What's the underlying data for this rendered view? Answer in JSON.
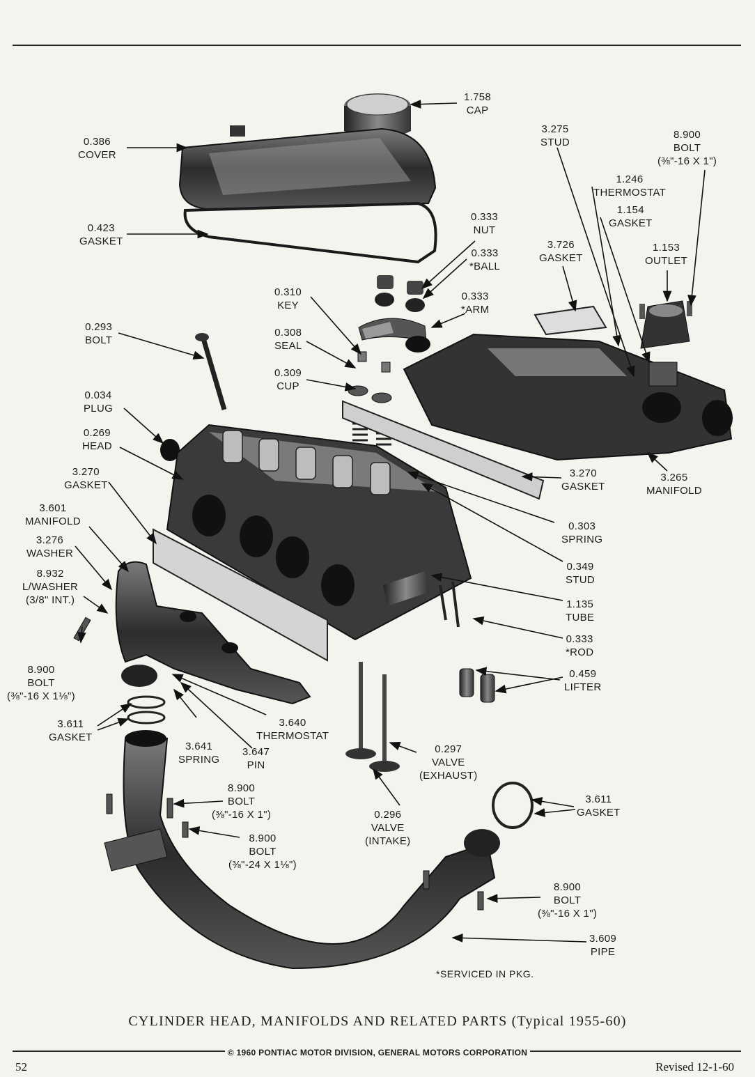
{
  "labels": [
    {
      "id": "cap",
      "number": "1.758",
      "text": [
        "CAP"
      ]
    },
    {
      "id": "cover",
      "number": "0.386",
      "text": [
        "COVER"
      ]
    },
    {
      "id": "gasket-cover",
      "number": "0.423",
      "text": [
        "GASKET"
      ]
    },
    {
      "id": "stud-3275",
      "number": "3.275",
      "text": [
        "STUD"
      ]
    },
    {
      "id": "bolt-top-right",
      "number": "8.900",
      "text": [
        "BOLT",
        "(⅜\"-16 X 1\")"
      ]
    },
    {
      "id": "thermostat-1246",
      "number": "1.246",
      "text": [
        "THERMOSTAT"
      ]
    },
    {
      "id": "gasket-1154",
      "number": "1.154",
      "text": [
        "GASKET"
      ]
    },
    {
      "id": "nut",
      "number": "0.333",
      "text": [
        "NUT"
      ]
    },
    {
      "id": "ball",
      "number": "0.333",
      "text": [
        "*BALL"
      ]
    },
    {
      "id": "gasket-3726",
      "number": "3.726",
      "text": [
        "GASKET"
      ]
    },
    {
      "id": "outlet",
      "number": "1.153",
      "text": [
        "OUTLET"
      ]
    },
    {
      "id": "key",
      "number": "0.310",
      "text": [
        "KEY"
      ]
    },
    {
      "id": "arm",
      "number": "0.333",
      "text": [
        "*ARM"
      ]
    },
    {
      "id": "bolt-293",
      "number": "0.293",
      "text": [
        "BOLT"
      ]
    },
    {
      "id": "seal",
      "number": "0.308",
      "text": [
        "SEAL"
      ]
    },
    {
      "id": "cup",
      "number": "0.309",
      "text": [
        "CUP"
      ]
    },
    {
      "id": "plug",
      "number": "0.034",
      "text": [
        "PLUG"
      ]
    },
    {
      "id": "head",
      "number": "0.269",
      "text": [
        "HEAD"
      ]
    },
    {
      "id": "gasket-3270-left",
      "number": "3.270",
      "text": [
        "GASKET"
      ]
    },
    {
      "id": "gasket-3270-right",
      "number": "3.270",
      "text": [
        "GASKET"
      ]
    },
    {
      "id": "manifold-3265",
      "number": "3.265",
      "text": [
        "MANIFOLD"
      ]
    },
    {
      "id": "manifold-3601",
      "number": "3.601",
      "text": [
        "MANIFOLD"
      ]
    },
    {
      "id": "washer",
      "number": "3.276",
      "text": [
        "WASHER"
      ]
    },
    {
      "id": "lwasher",
      "number": "8.932",
      "text": [
        "L/WASHER",
        "(3/8\" INT.)"
      ]
    },
    {
      "id": "spring-303",
      "number": "0.303",
      "text": [
        "SPRING"
      ]
    },
    {
      "id": "stud-349",
      "number": "0.349",
      "text": [
        "STUD"
      ]
    },
    {
      "id": "tube",
      "number": "1.135",
      "text": [
        "TUBE"
      ]
    },
    {
      "id": "rod",
      "number": "0.333",
      "text": [
        "*ROD"
      ]
    },
    {
      "id": "bolt-left",
      "number": "8.900",
      "text": [
        "BOLT",
        "(⅜\"-16 X 1⅛\")"
      ]
    },
    {
      "id": "lifter",
      "number": "0.459",
      "text": [
        "LIFTER"
      ]
    },
    {
      "id": "gasket-3611-left",
      "number": "3.611",
      "text": [
        "GASKET"
      ]
    },
    {
      "id": "thermostat-3640",
      "number": "3.640",
      "text": [
        "THERMOSTAT"
      ]
    },
    {
      "id": "spring-3641",
      "number": "3.641",
      "text": [
        "SPRING"
      ]
    },
    {
      "id": "pin",
      "number": "3.647",
      "text": [
        "PIN"
      ]
    },
    {
      "id": "valve-exhaust",
      "number": "0.297",
      "text": [
        "VALVE",
        "(EXHAUST)"
      ]
    },
    {
      "id": "bolt-mid",
      "number": "8.900",
      "text": [
        "BOLT",
        "(⅜\"-16 X 1\")"
      ]
    },
    {
      "id": "valve-intake",
      "number": "0.296",
      "text": [
        "VALVE",
        "(INTAKE)"
      ]
    },
    {
      "id": "gasket-3611-right",
      "number": "3.611",
      "text": [
        "GASKET"
      ]
    },
    {
      "id": "bolt-mid-2",
      "number": "8.900",
      "text": [
        "BOLT",
        "(⅜\"-24 X 1⅛\")"
      ]
    },
    {
      "id": "bolt-bottom-right",
      "number": "8.900",
      "text": [
        "BOLT",
        "(⅜\"-16 X 1\")"
      ]
    },
    {
      "id": "pipe",
      "number": "3.609",
      "text": [
        "PIPE"
      ]
    }
  ],
  "footnote": "*SERVICED IN PKG.",
  "caption": "CYLINDER HEAD, MANIFOLDS AND RELATED PARTS (Typical 1955-60)",
  "copyright": "© 1960 PONTIAC MOTOR DIVISION, GENERAL MOTORS CORPORATION",
  "page_number": "52",
  "revised": "Revised 12-1-60",
  "colors": {
    "paper": "#f4f3ee",
    "ink": "#1b1b1b",
    "part_dark": "#2a2a2a",
    "part_mid": "#5a5a5a",
    "part_light": "#9a9a9a"
  }
}
